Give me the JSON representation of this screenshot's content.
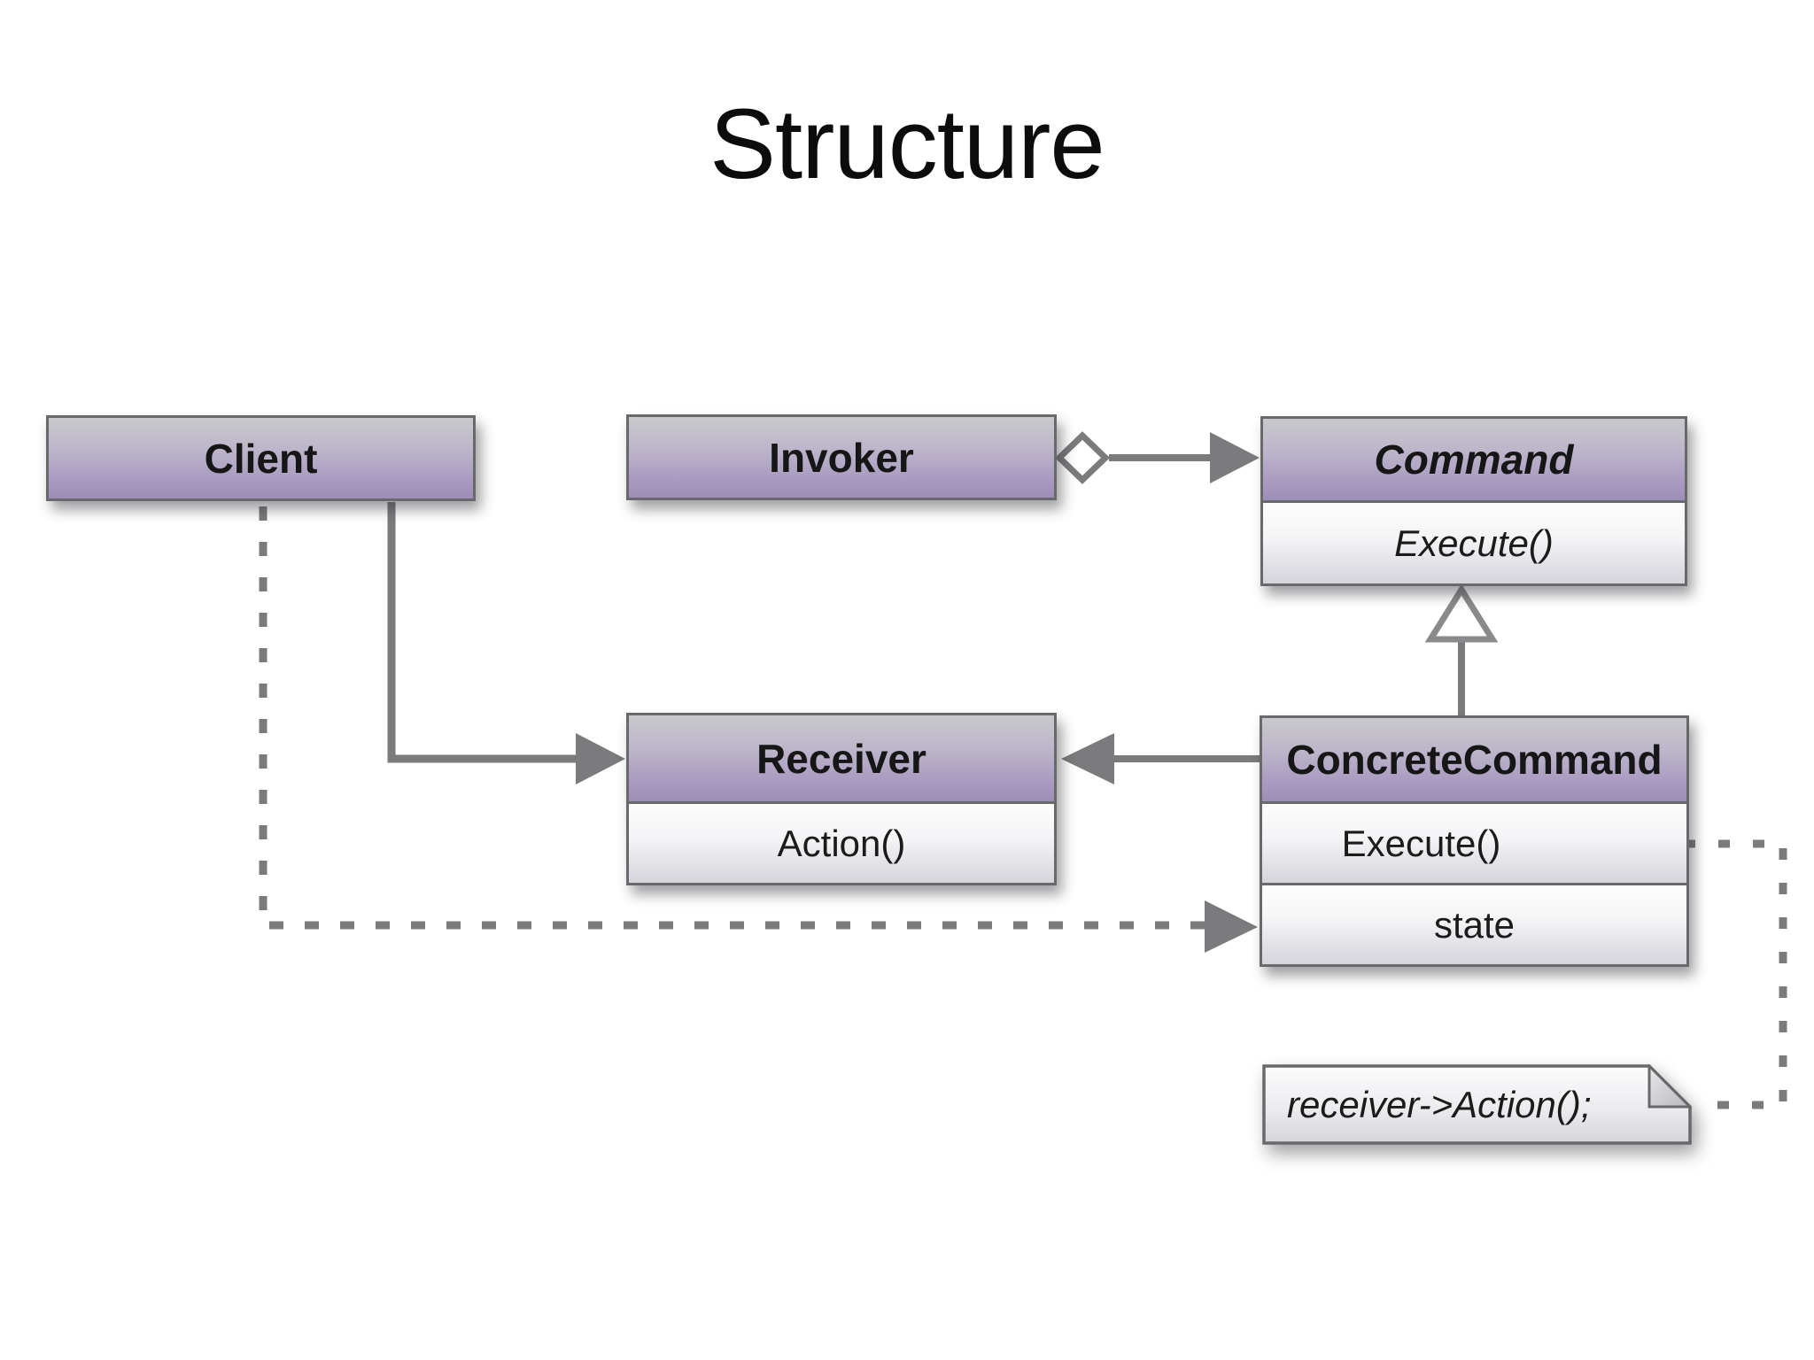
{
  "title": "Structure",
  "classes": {
    "client": {
      "name": "Client"
    },
    "invoker": {
      "name": "Invoker"
    },
    "command": {
      "name": "Command",
      "method": "Execute()"
    },
    "receiver": {
      "name": "Receiver",
      "method": "Action()"
    },
    "concreteCommand": {
      "name": "ConcreteCommand",
      "method": "Execute()",
      "attribute": "state"
    }
  },
  "note": {
    "code": "receiver->Action();"
  },
  "colors": {
    "header_gradient_top": "#c9c9cb",
    "header_gradient_bottom": "#9c8eb4",
    "body_gradient_top": "#fdfdfe",
    "body_gradient_bottom": "#d6d5db",
    "box_border": "#69696b",
    "connector": "#7b7b7d",
    "title_text": "#0c0c0c",
    "background": "#ffffff"
  }
}
